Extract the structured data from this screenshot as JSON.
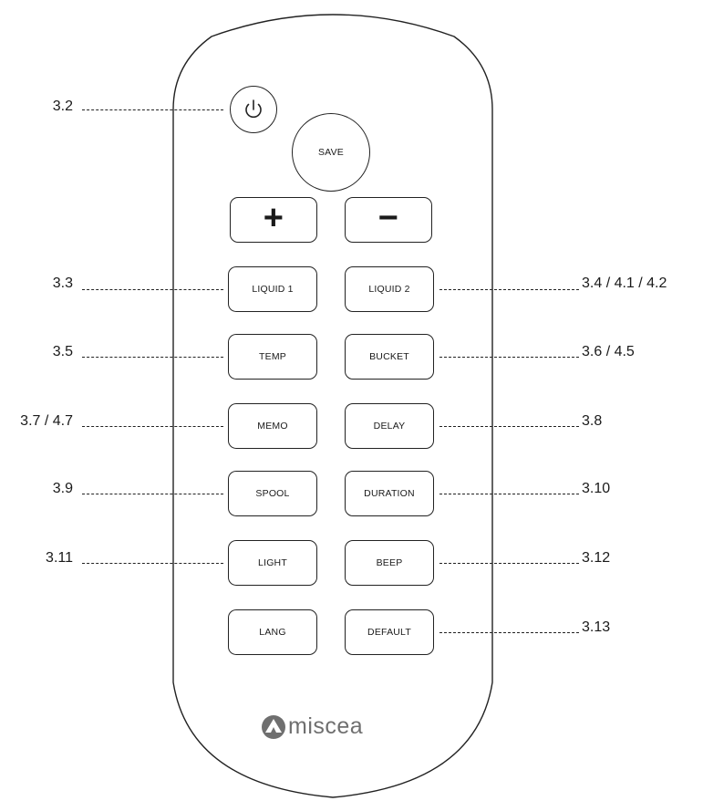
{
  "remote": {
    "save_label": "SAVE",
    "plus_symbol": "+",
    "minus_symbol": "−",
    "buttons": {
      "liquid1": "LIQUID 1",
      "liquid2": "LIQUID 2",
      "temp": "TEMP",
      "bucket": "BUCKET",
      "memo": "MEMO",
      "delay": "DELAY",
      "spool": "SPOOL",
      "duration": "DURATION",
      "light": "LIGHT",
      "beep": "BEEP",
      "lang": "LANG",
      "default": "DEFAULT"
    },
    "brand": "miscea",
    "brand_color": "#6f6f6f"
  },
  "callouts": {
    "power": "3.2",
    "liquid1": "3.3",
    "liquid2": "3.4 / 4.1 / 4.2",
    "temp": "3.5",
    "bucket": "3.6 / 4.5",
    "memo": "3.7 / 4.7",
    "delay": "3.8",
    "spool": "3.9",
    "duration": "3.10",
    "light": "3.11",
    "beep": "3.12",
    "default": "3.13"
  }
}
